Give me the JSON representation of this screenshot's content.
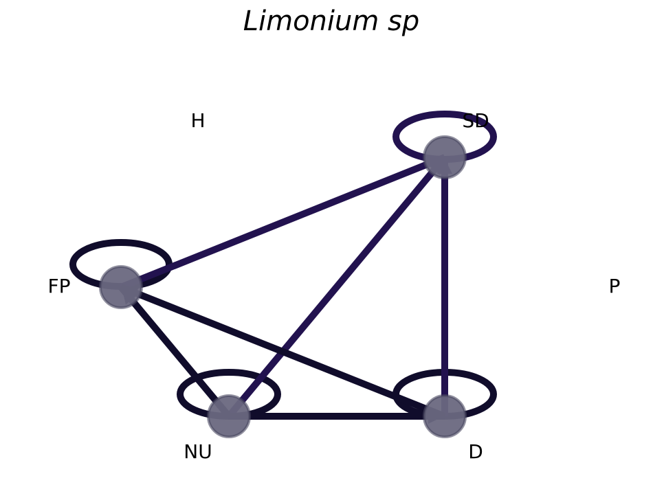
{
  "diagram": {
    "title": "Limonium sp",
    "nodes": [
      {
        "id": "H",
        "label": "H",
        "shown": false,
        "self_loop": false
      },
      {
        "id": "SD",
        "label": "SD",
        "shown": true,
        "self_loop": true
      },
      {
        "id": "FP",
        "label": "FP",
        "shown": true,
        "self_loop": true
      },
      {
        "id": "P",
        "label": "P",
        "shown": false,
        "self_loop": false
      },
      {
        "id": "NU",
        "label": "NU",
        "shown": true,
        "self_loop": true
      },
      {
        "id": "D",
        "label": "D",
        "shown": true,
        "self_loop": true
      }
    ],
    "edges": [
      {
        "from": "FP",
        "to": "SD"
      },
      {
        "from": "NU",
        "to": "SD"
      },
      {
        "from": "D",
        "to": "SD"
      },
      {
        "from": "NU",
        "to": "FP"
      },
      {
        "from": "D",
        "to": "FP"
      },
      {
        "from": "NU",
        "to": "D"
      }
    ],
    "colors": {
      "node_fill": "#6a6880",
      "node_stroke": "#4a4860",
      "edge_purple": "#22124f",
      "edge_dark": "#100c2b",
      "label": "#000000"
    }
  }
}
